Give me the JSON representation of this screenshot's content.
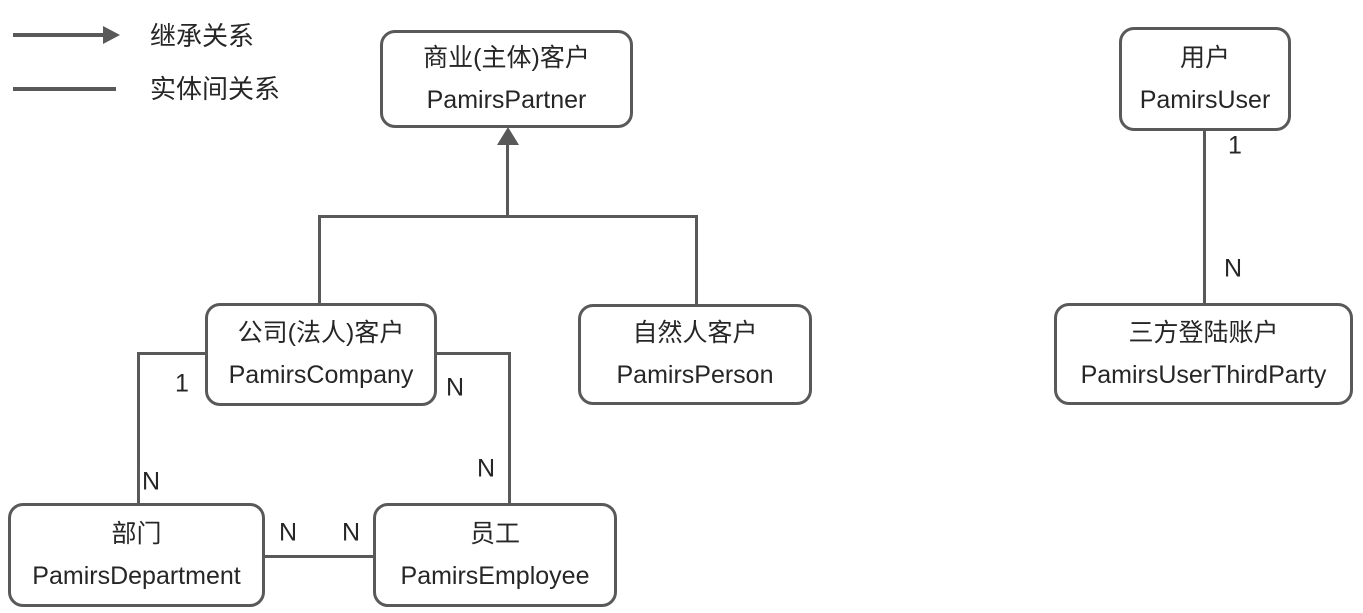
{
  "legend": {
    "inheritance_label": "继承关系",
    "relation_label": "实体间关系"
  },
  "entities": {
    "partner": {
      "name_cn": "商业(主体)客户",
      "name_en": "PamirsPartner"
    },
    "company": {
      "name_cn": "公司(法人)客户",
      "name_en": "PamirsCompany"
    },
    "person": {
      "name_cn": "自然人客户",
      "name_en": "PamirsPerson"
    },
    "department": {
      "name_cn": "部门",
      "name_en": "PamirsDepartment"
    },
    "employee": {
      "name_cn": "员工",
      "name_en": "PamirsEmployee"
    },
    "user": {
      "name_cn": "用户",
      "name_en": "PamirsUser"
    },
    "user_third_party": {
      "name_cn": "三方登陆账户",
      "name_en": "PamirsUserThirdParty"
    }
  },
  "relationships": [
    {
      "type": "inheritance",
      "from": "company",
      "to": "partner"
    },
    {
      "type": "inheritance",
      "from": "person",
      "to": "partner"
    },
    {
      "type": "association",
      "from": "company",
      "to": "department",
      "from_cardinality": "1",
      "to_cardinality": "N"
    },
    {
      "type": "association",
      "from": "company",
      "to": "employee",
      "from_cardinality": "N",
      "to_cardinality": "N"
    },
    {
      "type": "association",
      "from": "department",
      "to": "employee",
      "from_cardinality": "N",
      "to_cardinality": "N"
    },
    {
      "type": "association",
      "from": "user",
      "to": "user_third_party",
      "from_cardinality": "1",
      "to_cardinality": "N"
    }
  ],
  "colors": {
    "line": "#595959",
    "text": "#262626",
    "background": "#ffffff"
  }
}
